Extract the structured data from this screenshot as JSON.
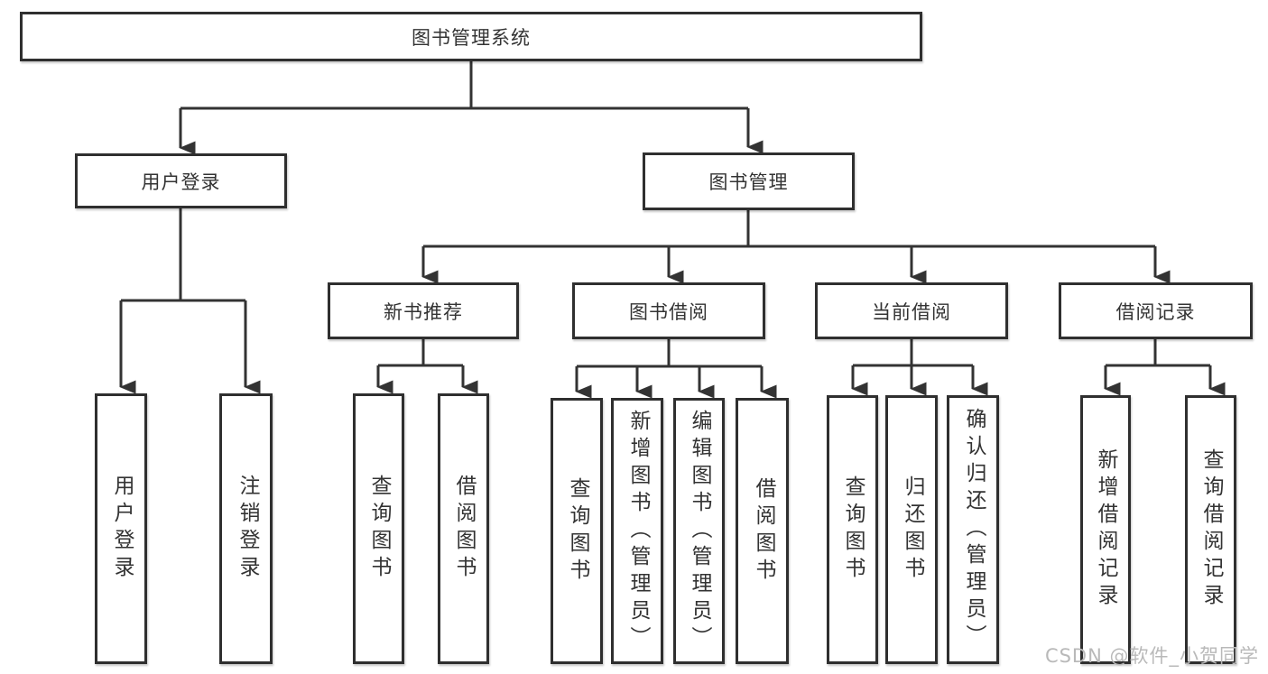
{
  "diagram_title": "图书管理系统",
  "tree": {
    "root": {
      "label": "图书管理系统",
      "children": [
        {
          "label": "用户登录",
          "children": [
            {
              "label": "用户登录"
            },
            {
              "label": "注销登录"
            }
          ]
        },
        {
          "label": "图书管理",
          "children": [
            {
              "label": "新书推荐",
              "children": [
                {
                  "label": "查询图书"
                },
                {
                  "label": "借阅图书"
                }
              ]
            },
            {
              "label": "图书借阅",
              "children": [
                {
                  "label": "查询图书"
                },
                {
                  "label": "新增图书（管理员）"
                },
                {
                  "label": "编辑图书（管理员）"
                },
                {
                  "label": "借阅图书"
                }
              ]
            },
            {
              "label": "当前借阅",
              "children": [
                {
                  "label": "查询图书"
                },
                {
                  "label": "归还图书"
                },
                {
                  "label": "确认归还（管理员）"
                }
              ]
            },
            {
              "label": "借阅记录",
              "children": [
                {
                  "label": "新增借阅记录"
                },
                {
                  "label": "查询借阅记录"
                }
              ]
            }
          ]
        }
      ]
    }
  },
  "watermark": "CSDN @软件_小贺同学",
  "colors": {
    "background": "#ffffff",
    "box_fill": "#ffffff",
    "box_border": "#2f2f2f",
    "line": "#333333",
    "text": "#333333",
    "watermark": "#b9b9b9"
  }
}
